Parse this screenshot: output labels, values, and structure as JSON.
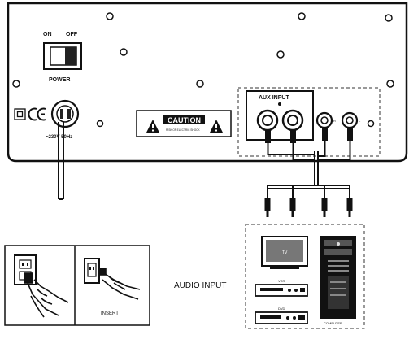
{
  "power": {
    "on_label": "ON",
    "off_label": "OFF",
    "caption": "POWER"
  },
  "mains": {
    "rating": "~230V 50Hz"
  },
  "caution": {
    "label": "CAUTION",
    "sub": "RISK OF ELECTRIC SHOCK"
  },
  "aux": {
    "label": "AUX INPUT",
    "r_label": "R",
    "l_label": "L"
  },
  "audio_input": {
    "label": "AUDIO INPUT",
    "tv_label": "TV",
    "vcr_label": "VCR",
    "dvd_label": "DVD",
    "computer_label": "COMPUTER"
  },
  "wall": {
    "caption": "INSERT"
  }
}
